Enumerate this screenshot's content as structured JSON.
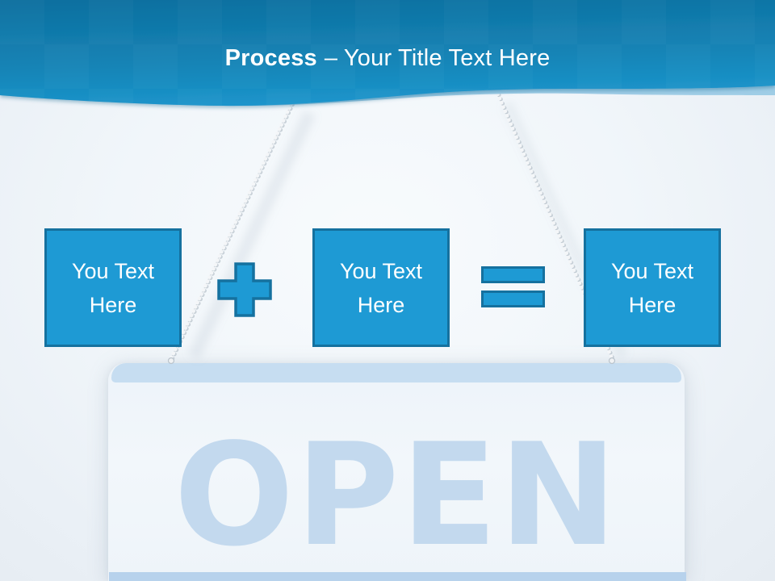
{
  "header": {
    "title_bold": "Process",
    "title_rest": "– Your Title Text Here"
  },
  "equation": {
    "boxes": [
      {
        "lines": [
          "You Text",
          "Here"
        ]
      },
      {
        "lines": [
          "You Text",
          "Here"
        ]
      },
      {
        "lines": [
          "You Text",
          "Here"
        ]
      }
    ],
    "plus_symbol": "+",
    "equals_symbol": "="
  },
  "photo": {
    "sign_text": "OPEN"
  },
  "colors": {
    "box_fill": "#1E9AD4",
    "box_border": "#15719F",
    "box_text": "#FFFFFF",
    "header_gradient_top": "#0E6F9F",
    "header_gradient_bottom": "#209ED8",
    "header_highlight_wave": "#9FCDE6",
    "title_text": "#FFFFFF",
    "sign_text": "#C3D9EE",
    "sign_top_bar": "#C6DDF1",
    "sign_bottom_bar": "#B7D2EC",
    "background": "#EDF3F8"
  }
}
